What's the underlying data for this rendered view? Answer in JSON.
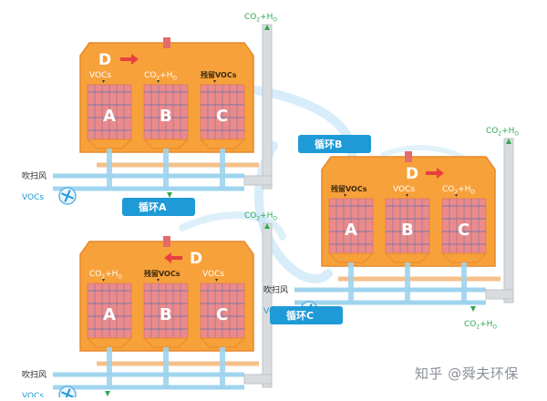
{
  "labels": {
    "a": "A",
    "b": "B",
    "c": "C",
    "d": "D",
    "vocs": "VOCs",
    "residual": "残留VOCs",
    "co2_prefix": "CO",
    "co2_sub": "2",
    "h2o_prefix": "+H",
    "h2o_sub": "O",
    "purge_air": "吹扫风"
  },
  "cycles": {
    "a": "循环A",
    "b": "循环B",
    "c": "循环C"
  },
  "watermark": "知乎 @舜夫环保",
  "colors": {
    "chamber": "#f7a13a",
    "chamber_edge": "#e8872a",
    "bed": "#ec8a8a",
    "bed_grid": "#3c6bb5",
    "pipe": "#9fd4ee",
    "pipe_edge": "#5fb5e0",
    "exhaust_pipe": "#f5c089",
    "stack": "#d9dcdf",
    "cycle_badge": "#1e9ad6",
    "green_text": "#2fa84f",
    "blue_text": "#1e9ad6",
    "red_arrow": "#e84040",
    "swirl": "#c6e6f6"
  }
}
